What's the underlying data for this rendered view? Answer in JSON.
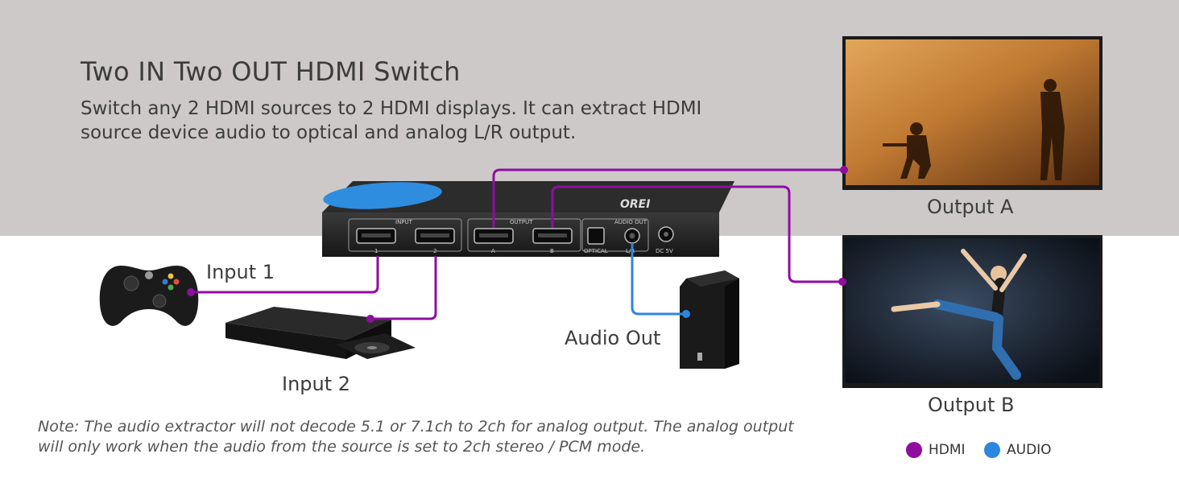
{
  "header": {
    "title": "Two IN Two OUT HDMI Switch",
    "subtitle": "Switch any 2 HDMI sources to 2 HDMI displays. It can extract HDMI source device audio to optical and analog L/R output."
  },
  "labels": {
    "input1": "Input 1",
    "input2": "Input 2",
    "audio_out": "Audio Out",
    "output_a": "Output A",
    "output_b": "Output B"
  },
  "device": {
    "input_group": "INPUT",
    "output_group": "OUTPUT",
    "audio_group": "AUDIO OUT",
    "port_in1": "1",
    "port_in2": "2",
    "port_out_a": "A",
    "port_out_b": "B",
    "optical": "OPTICAL",
    "lr": "L/R",
    "dc": "DC 5V",
    "brand": "OREI"
  },
  "note": "Note: The audio extractor will not decode 5.1 or 7.1ch to 2ch for analog output. The analog output will only work when the audio from the source is set to 2ch stereo / PCM mode.",
  "legend": [
    {
      "label": "HDMI",
      "color": "#8e0ea0"
    },
    {
      "label": "AUDIO",
      "color": "#2d86e0"
    }
  ],
  "colors": {
    "hdmi": "#8e0ea0",
    "audio": "#2d86e0",
    "band": "#cdc9c9"
  },
  "icons": [
    "gamepad-icon",
    "bluray-player-icon",
    "speaker-icon",
    "tv-icon"
  ]
}
